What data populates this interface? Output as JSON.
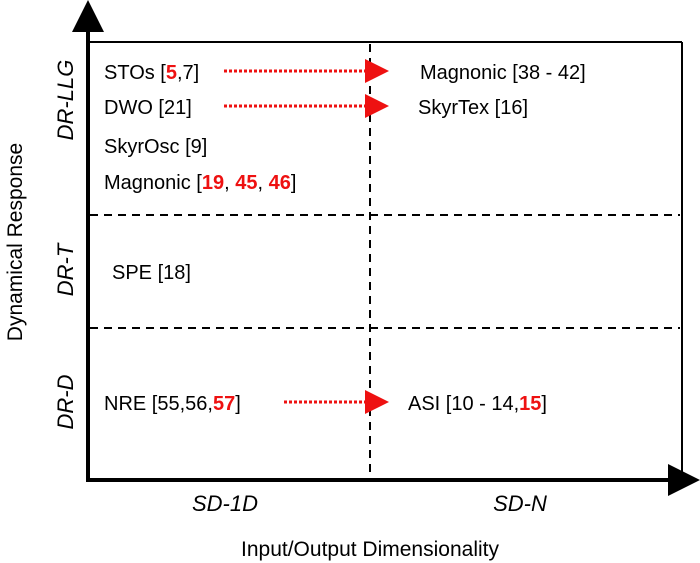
{
  "colors": {
    "highlight": "#ee1111",
    "axis": "#000000"
  },
  "axes": {
    "y_title": "Dynamical Response",
    "x_title": "Input/Output Dimensionality",
    "y_categories": [
      "DR-LLG",
      "DR-T",
      "DR-D"
    ],
    "x_categories": [
      "SD-1D",
      "SD-N"
    ]
  },
  "items": {
    "stos": {
      "pre": "STOs [",
      "red": "5",
      "post": ",7]"
    },
    "dwo": {
      "text": "DWO [21]"
    },
    "skyrosc": {
      "text": "SkyrOsc [9]"
    },
    "magnonic_1d": {
      "pre": "Magnonic [",
      "r1": "19",
      "c1": ", ",
      "r2": "45",
      "c2": ", ",
      "r3": "46",
      "post": "]"
    },
    "magnonic_n": {
      "text": "Magnonic [38 - 42]"
    },
    "skyrtex": {
      "text": "SkyrTex [16]"
    },
    "spe": {
      "text": "SPE [18]"
    },
    "nre": {
      "pre": "NRE [55,56,",
      "red": "57",
      "post": "]"
    },
    "asi": {
      "pre": "ASI [10 - 14,",
      "red": "15",
      "post": "]"
    }
  },
  "arrows": [
    {
      "from": "STOs",
      "to": "Magnonic [38 - 42]"
    },
    {
      "from": "DWO",
      "to": "SkyrTex"
    },
    {
      "from": "NRE",
      "to": "ASI"
    }
  ]
}
